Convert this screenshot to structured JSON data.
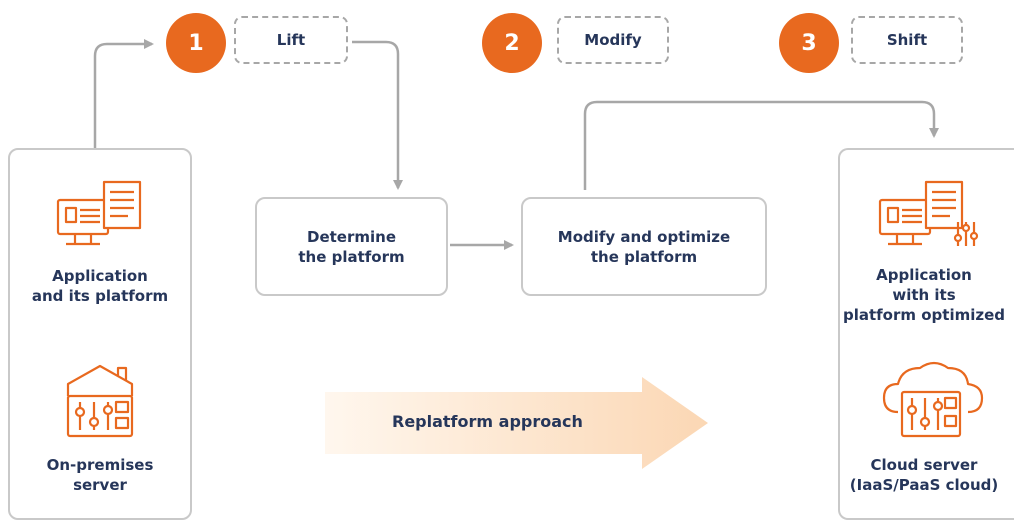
{
  "steps": [
    {
      "number": "1",
      "label": "Lift"
    },
    {
      "number": "2",
      "label": "Modify"
    },
    {
      "number": "3",
      "label": "Shift"
    }
  ],
  "source": {
    "application": "Application\nand its platform",
    "server": "On-premises\nserver"
  },
  "process": {
    "determine": "Determine\nthe platform",
    "modify": "Modify and optimize\nthe platform"
  },
  "target": {
    "application": "Application\nwith its\nplatform optimized",
    "server": "Cloud server\n(IaaS/PaaS cloud)"
  },
  "approach": "Replatform approach",
  "colors": {
    "accent": "#E8691F",
    "text": "#26365a",
    "line": "#a7a7a7",
    "border": "#c9c9c9",
    "arrow_fill_start": "#fff7ee",
    "arrow_fill_end": "#fbd7b4"
  },
  "icons": {
    "source_application": "desktop-app-icon",
    "source_server": "house-server-icon",
    "target_application": "desktop-app-sliders-icon",
    "target_server": "cloud-server-icon"
  }
}
